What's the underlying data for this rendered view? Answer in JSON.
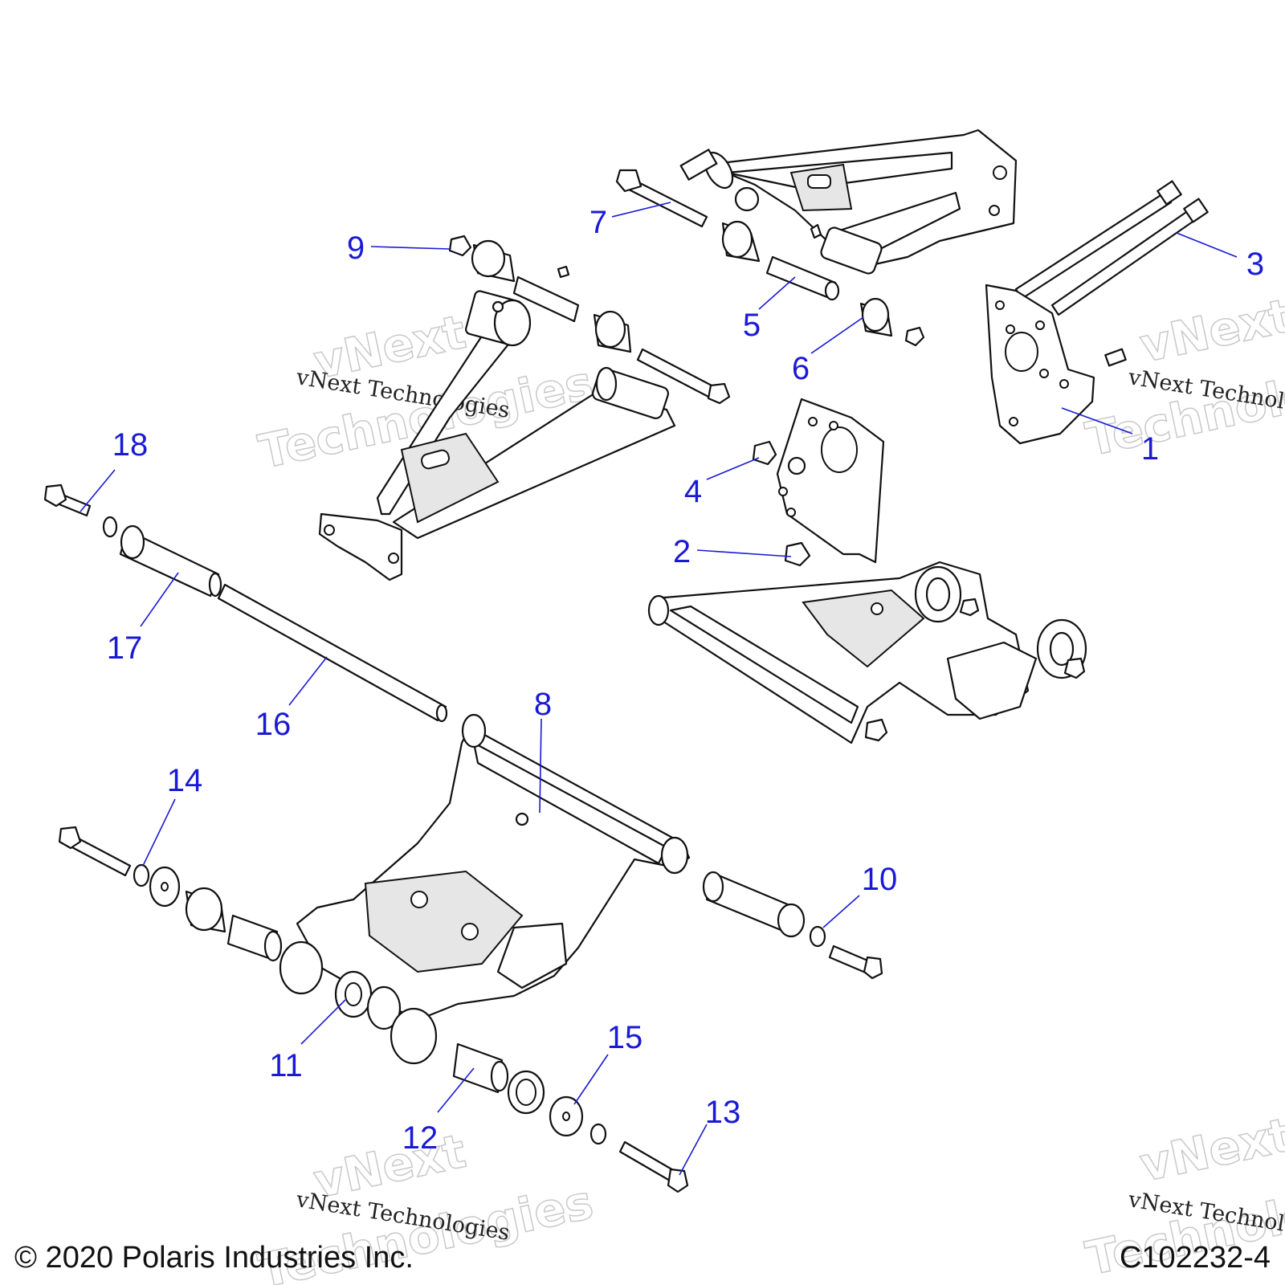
{
  "callouts": {
    "c1": "1",
    "c2": "2",
    "c3": "3",
    "c4": "4",
    "c5": "5",
    "c6": "6",
    "c7": "7",
    "c8": "8",
    "c9": "9",
    "c10": "10",
    "c11": "11",
    "c12": "12",
    "c13": "13",
    "c14": "14",
    "c15": "15",
    "c16": "16",
    "c17": "17",
    "c18": "18"
  },
  "watermark": {
    "text": "vNext Technologies",
    "brand": "vNext",
    "word": "Technologies"
  },
  "footer": {
    "copyright": "© 2020 Polaris Industries Inc.",
    "figure_code": "C102232-4"
  },
  "colors": {
    "callout": "#1a1ad6",
    "line": "#111111",
    "watermark_outline": "#c9c9c9"
  }
}
